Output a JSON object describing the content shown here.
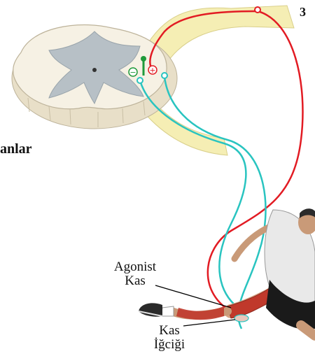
{
  "labels": {
    "top_number": "3",
    "left_word": "anlar",
    "agonist_line1": "Agonist",
    "agonist_line2": "Kas",
    "spindle_line1": "Kas",
    "spindle_line2": "İğciği"
  },
  "signs": {
    "inhibitory": "−",
    "excitatory": "+"
  },
  "colors": {
    "sensory_neuron": "#e21b23",
    "motor_neuron": "#29c4c0",
    "interneuron": "#1f9a3a",
    "nerve": "#f5eeb4",
    "cord_tissue": "#f6f1e4",
    "gray_matter": "#b7c0c6",
    "muscle": "#c0392b"
  }
}
